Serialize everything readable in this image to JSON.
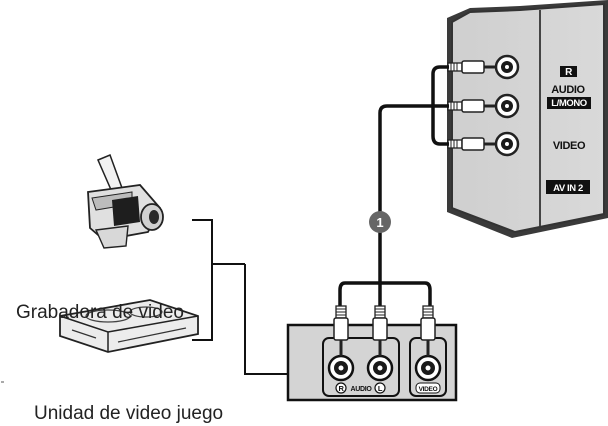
{
  "tv_panel": {
    "label_r": "R",
    "label_audio": "AUDIO",
    "label_lmono": "L/MONO",
    "label_video": "VIDEO",
    "label_av_in": "AV IN 2"
  },
  "connector_box": {
    "label_r": "R",
    "label_audio": "AUDIO",
    "label_l": "L",
    "label_video": "VIDEO"
  },
  "step_marker": "1",
  "captions": {
    "video_recorder": "Grabadora de video",
    "game_console": "Unidad de video juego"
  },
  "icons": [
    "camcorder-icon",
    "vcr-icon",
    "rca-plug-icon",
    "rca-jack-icon"
  ]
}
